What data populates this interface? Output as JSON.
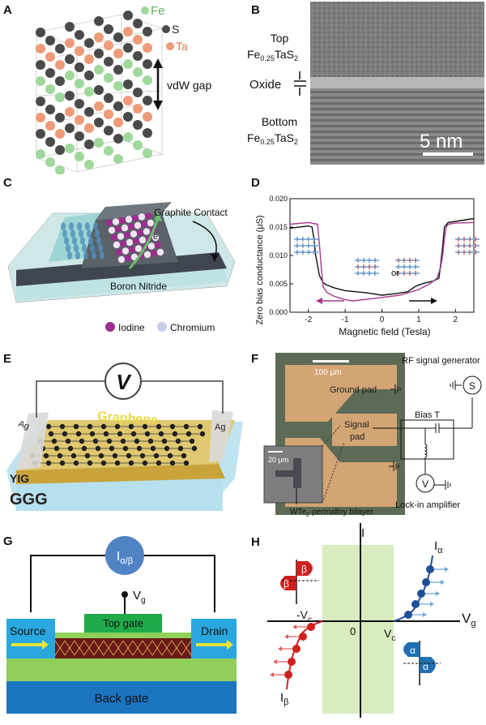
{
  "figure": {
    "panels": {
      "A": {
        "label": "A",
        "atoms": {
          "fe": "Fe",
          "s": "S",
          "ta": "Ta"
        },
        "gap_label": "vdW gap",
        "colors": {
          "fe": "#9fd89a",
          "s": "#4a4a4a",
          "ta": "#ef9a78"
        }
      },
      "B": {
        "label": "B",
        "top_pre": "Top",
        "top_sub_a": "Fe",
        "top_sub_b": "0.25",
        "top_sub_c": "TaS",
        "top_sub_d": "2",
        "oxide": "Oxide",
        "bottom_pre": "Bottom",
        "bot_a": "Fe",
        "bot_b": "0.25",
        "bot_c": "TaS",
        "bot_d": "2",
        "scale": "5 nm"
      },
      "C": {
        "label": "C",
        "graphite": "Graphite Contact",
        "bn": "Boron Nitride",
        "electron": "e",
        "legend_iodine": "Iodine",
        "legend_chromium": "Chromium",
        "colors": {
          "iodine": "#9b2f8f",
          "chromium": "#c7cde6"
        }
      },
      "D": {
        "label": "D",
        "or": "or"
      },
      "E": {
        "label": "E",
        "v": "V",
        "ag_left": "Ag",
        "ag_right": "Ag",
        "graphene": "Graphene",
        "yig": "YIG",
        "ggg": "GGG"
      },
      "F": {
        "label": "F",
        "scale_big": "100 μm",
        "scale_small": "20 μm",
        "rf": "RF signal generator",
        "ground_pad": "Ground pad",
        "bias_t": "Bias T",
        "signal": "Signal",
        "pad": "pad",
        "s": "S",
        "v": "V",
        "lockin": "Lock-in amplifier",
        "bilayer_a": "WTe",
        "bilayer_b": "2",
        "bilayer_c": "-permalloy bilayer"
      },
      "G": {
        "label": "G",
        "meter_a": "I",
        "meter_b": "α/β",
        "vg_a": "V",
        "vg_b": "g",
        "top_gate": "Top gate",
        "source": "Source",
        "drain": "Drain",
        "back_gate": "Back gate"
      },
      "H": {
        "label": "H",
        "y_axis": "I",
        "x_a": "V",
        "x_b": "g",
        "origin": "0",
        "vc_a": "V",
        "vc_b": "c",
        "nvc_a": "-V",
        "nvc_b": "c",
        "ia_a": "I",
        "ia_b": "α",
        "ib_a": "I",
        "ib_b": "β",
        "alpha": "α",
        "beta": "β"
      }
    }
  },
  "chart_data": {
    "type": "line",
    "xlabel": "Magnetic field (Tesla)",
    "ylabel": "Zero bias conductance (μS)",
    "xlim": [
      -2.5,
      2.5
    ],
    "ylim": [
      0,
      0.02
    ],
    "xticks": [
      "-2",
      "-1",
      "0",
      "1",
      "2"
    ],
    "yticks": [
      "0.000",
      "0.005",
      "0.010",
      "0.015",
      "0.020"
    ],
    "series": [
      {
        "color": "#111111",
        "x": [
          -2.5,
          -2.0,
          -1.9,
          -1.85,
          -1.8,
          -1.7,
          -1.6,
          -1.5,
          -1.3,
          -1.0,
          -0.7,
          -0.4,
          0,
          0.4,
          0.7,
          0.9,
          1.0,
          1.2,
          1.4,
          1.55,
          1.6,
          1.65,
          1.7,
          1.8,
          2.0,
          2.5
        ],
        "y": [
          0.0148,
          0.0152,
          0.015,
          0.013,
          0.01,
          0.0065,
          0.0052,
          0.0048,
          0.0043,
          0.0038,
          0.0036,
          0.0034,
          0.003,
          0.0033,
          0.0036,
          0.0045,
          0.0048,
          0.0052,
          0.0055,
          0.006,
          0.0085,
          0.0115,
          0.015,
          0.0158,
          0.016,
          0.0165
        ]
      },
      {
        "color": "#a5388e",
        "x": [
          -2.5,
          -2.0,
          -1.75,
          -1.7,
          -1.65,
          -1.6,
          -1.5,
          -1.3,
          -1.0,
          -0.8,
          -0.5,
          0,
          0.5,
          1.0,
          1.3,
          1.5,
          1.6,
          1.65,
          1.7,
          1.75,
          1.8,
          2.0,
          2.5
        ],
        "y": [
          0.0155,
          0.0158,
          0.0155,
          0.012,
          0.008,
          0.0045,
          0.0035,
          0.0028,
          0.0022,
          0.002,
          0.0022,
          0.0026,
          0.003,
          0.004,
          0.005,
          0.006,
          0.008,
          0.01,
          0.013,
          0.015,
          0.0155,
          0.0157,
          0.0158
        ]
      }
    ]
  }
}
